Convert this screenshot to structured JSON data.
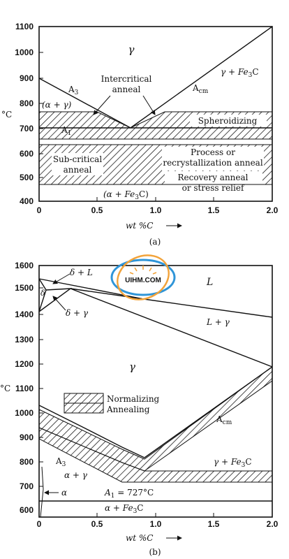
{
  "panel_a": {
    "y_ticks": [
      "1100",
      "1000",
      "900",
      "800",
      "700",
      "600",
      "500",
      "400"
    ],
    "x_ticks": [
      "0",
      "0.5",
      "1.0",
      "1.5",
      "2.0"
    ],
    "y_unit": "°C",
    "x_label": "wt %C",
    "caption": "(a)",
    "labels": {
      "gamma": "γ",
      "a3": "A",
      "a3_sub": "3",
      "acm": "A",
      "acm_sub": "cm",
      "gamma_fe3c": "γ + Fe",
      "gamma_fe3c_sub": "3",
      "gamma_fe3c_end": "C",
      "alpha_gamma": "(α + γ)",
      "a1": "A",
      "a1_sub": "1",
      "intercritical_1": "Intercritical",
      "intercritical_2": "anneal",
      "spheroidizing": "Spheroidizing",
      "subcritical_1": "Sub-critical",
      "subcritical_2": "anneal",
      "process_1": "Process or",
      "process_2": "recrystallization anneal",
      "recovery_1": "Recovery anneal",
      "recovery_2": "or stress relief",
      "alpha_fe3c": "(α + Fe",
      "alpha_fe3c_sub": "3",
      "alpha_fe3c_end": "C)"
    }
  },
  "panel_b": {
    "y_ticks": [
      "1600",
      "1500",
      "1400",
      "1300",
      "1200",
      "1100",
      "1000",
      "900",
      "800",
      "700",
      "600"
    ],
    "x_ticks": [
      "0",
      "0.5",
      "1.0",
      "1.5",
      "2.0"
    ],
    "y_unit": "°C",
    "x_label": "wt %C",
    "caption": "(b)",
    "labels": {
      "delta_l": "δ + L",
      "delta": "δ",
      "delta_gamma": "δ + γ",
      "l": "L",
      "l_gamma": "L + γ",
      "gamma": "γ",
      "normalizing": "Normalizing",
      "annealing": "Annealing",
      "acm": "A",
      "acm_sub": "cm",
      "a3": "A",
      "a3_sub": "3",
      "alpha_gamma": "α + γ",
      "gamma_fe3c": "γ + Fe",
      "gamma_fe3c_sub": "3",
      "gamma_fe3c_end": "C",
      "a1": "A",
      "a1_sub": "1",
      "a1_value": " = 727°C",
      "alpha": "α",
      "alpha_fe3c": "α + Fe",
      "alpha_fe3c_sub": "3",
      "alpha_fe3c_end": "C"
    }
  },
  "watermark": {
    "text": "UIHM.COM",
    "colors": {
      "ring_blue": "#2f95d8",
      "ring_orange": "#f2a33a",
      "text_red": "#d8322a"
    }
  }
}
